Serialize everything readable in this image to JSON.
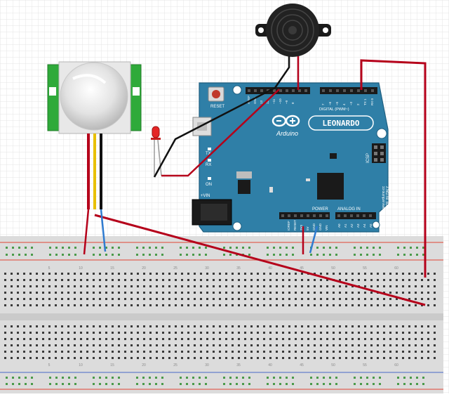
{
  "board": {
    "name": "LEONARDO",
    "brand": "Arduino",
    "reset_label": "RESET",
    "icsp_label": "ICSP",
    "website": "www.arduino.cc",
    "made_in": "MADE IN ITALY",
    "digital_label": "DIGITAL (PWM~)",
    "power_label": "POWER",
    "analog_label": "ANALOG IN",
    "tx_label": "TX",
    "rx_label": "RX",
    "on_label": "ON",
    "vin_label": "+VIN",
    "aref_label": "AREF",
    "gnd_label": "GND",
    "power_pins": [
      "IOREF",
      "RESET",
      "3V3",
      "5V",
      "GND",
      "GND",
      "VIN"
    ],
    "analog_pins": [
      "A0",
      "A1",
      "A2",
      "A3",
      "A4",
      "A5"
    ],
    "digital_pins_low": [
      "7",
      "~6",
      "~5",
      "4",
      "~3",
      "2",
      "TX 1",
      "RX 0"
    ],
    "digital_pins_high": [
      "13",
      "12",
      "~11",
      "~10",
      "~9",
      "8"
    ]
  },
  "breadboard": {
    "column_numbers": [
      "5",
      "10",
      "15",
      "20",
      "25",
      "30",
      "35",
      "40",
      "45",
      "50",
      "55",
      "60"
    ]
  },
  "colors": {
    "board": "#2f7fa7",
    "breadboard": "#dddddd",
    "wire_red": "#b5001a",
    "wire_black": "#111111",
    "wire_blue": "#2f7bd0",
    "wire_yellow": "#e8c000",
    "pir_green": "#2faa3a",
    "led_red": "#e52626",
    "rail_red": "#e0766d",
    "rail_blue": "#7a8fcf",
    "hole_green": "#4a9a4a"
  },
  "icons": [
    "pir-sensor-icon",
    "piezo-buzzer-icon",
    "red-led-icon",
    "usb-connector-icon",
    "dc-jack-icon"
  ]
}
